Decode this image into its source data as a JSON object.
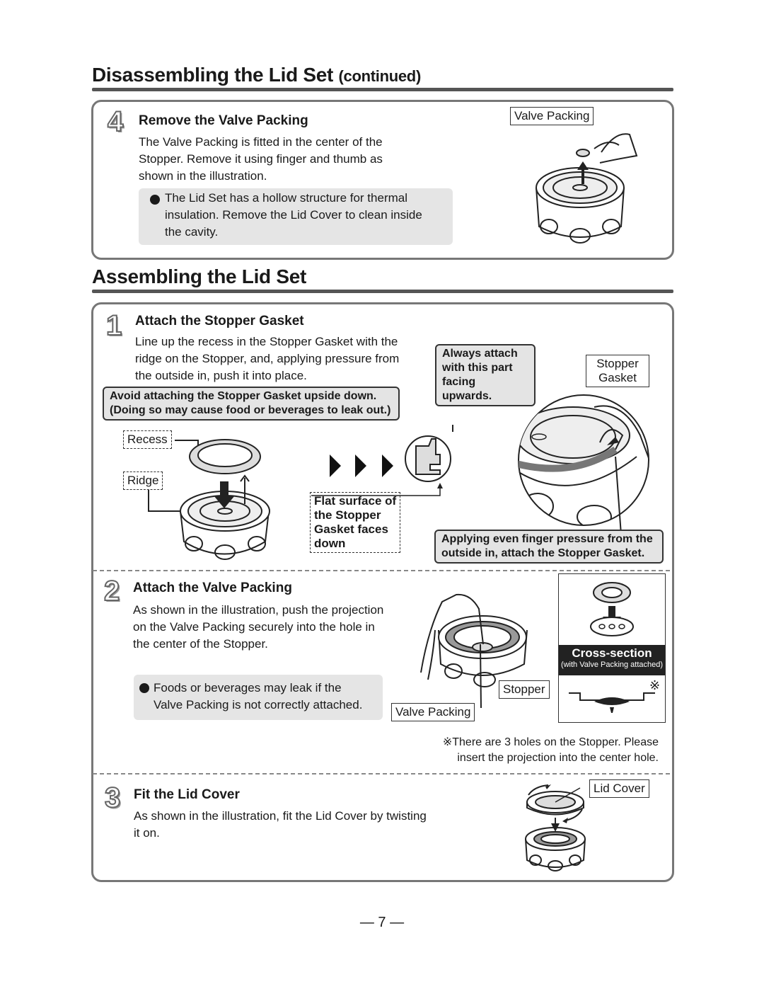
{
  "header": {
    "title_main": "Disassembling the Lid Set",
    "title_suffix": "(continued)"
  },
  "step4": {
    "number": "4",
    "title": "Remove the Valve Packing",
    "body": [
      "The Valve Packing is fitted in the center of the",
      "Stopper. Remove it using finger and thumb as",
      "shown in the illustration."
    ],
    "note": [
      "The Lid Set has a hollow structure for thermal",
      "insulation. Remove the Lid Cover to clean inside",
      "the cavity."
    ],
    "label_valve_packing": "Valve Packing"
  },
  "assembling": {
    "title": "Assembling the Lid Set"
  },
  "step1": {
    "number": "1",
    "title": "Attach the Stopper Gasket",
    "body": [
      "Line up the recess in the Stopper Gasket with the",
      "ridge on the Stopper, and, applying pressure from",
      "the outside in, push it into place."
    ],
    "warning": [
      "Avoid attaching the Stopper Gasket upside down.",
      "(Doing so may cause food or beverages to leak out.)"
    ],
    "label_recess": "Recess",
    "label_ridge": "Ridge",
    "label_flat": [
      "Flat surface of",
      "the Stopper",
      "Gasket faces",
      "down"
    ],
    "callout_always": [
      "Always attach",
      "with this part",
      "facing",
      "upwards."
    ],
    "label_stopper_gasket": [
      "Stopper",
      "Gasket"
    ],
    "callout_pressure": [
      "Applying even finger pressure from the",
      "outside in, attach the Stopper Gasket."
    ]
  },
  "step2": {
    "number": "2",
    "title": "Attach the Valve Packing",
    "body": [
      "As shown in the illustration, push the projection",
      "on the Valve Packing securely into the hole in",
      "the center of the Stopper."
    ],
    "note": [
      "Foods or beverages may leak if the",
      "Valve Packing is not correctly attached."
    ],
    "label_stopper": "Stopper",
    "label_valve_packing": "Valve Packing",
    "cross_section_title": "Cross-section",
    "cross_section_sub": "(with Valve Packing attached)",
    "ref_mark": "※",
    "footnote": [
      "※There are 3 holes on the Stopper. Please",
      "insert the projection into the center hole."
    ]
  },
  "step3": {
    "number": "3",
    "title": "Fit the Lid Cover",
    "body": [
      "As shown in the illustration, fit the Lid Cover by twisting",
      "it on."
    ],
    "label_lid_cover": "Lid Cover"
  },
  "footer": {
    "page": "— 7 —"
  }
}
